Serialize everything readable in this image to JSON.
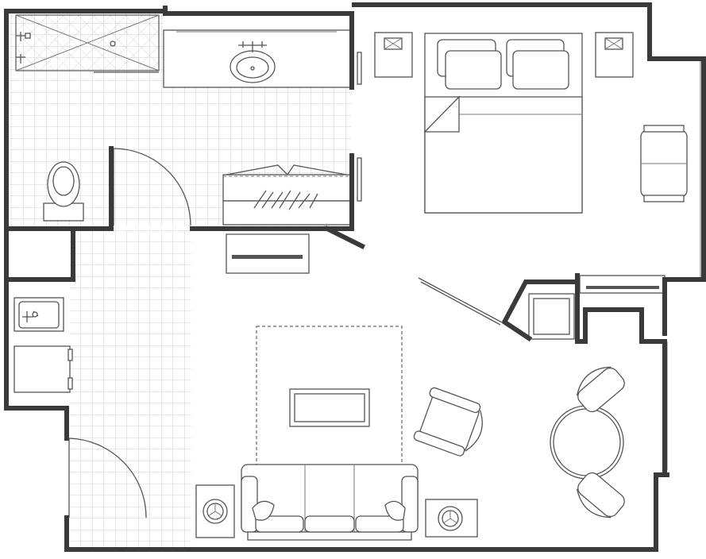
{
  "plan": {
    "colors": {
      "wall": "#3a3a3a",
      "line": "#555555",
      "tile_grid": "#cfcfcf",
      "background": "#ffffff"
    },
    "rooms": [
      "bathroom",
      "kitchenette",
      "entry-hall",
      "bedroom",
      "living-room",
      "closet"
    ],
    "fixtures": [
      "shower",
      "vanity-sink",
      "toilet",
      "closet-shelf",
      "dresser",
      "kitchen-sink",
      "refrigerator",
      "bed",
      "nightstands",
      "armchairs",
      "sofa",
      "coffee-table",
      "rug",
      "end-tables",
      "dining-table",
      "dining-chairs",
      "cabinet"
    ],
    "icon_names": [
      "floor-plan-icon",
      "door-swing-icon",
      "lamp-icon",
      "pillow-icon"
    ]
  }
}
